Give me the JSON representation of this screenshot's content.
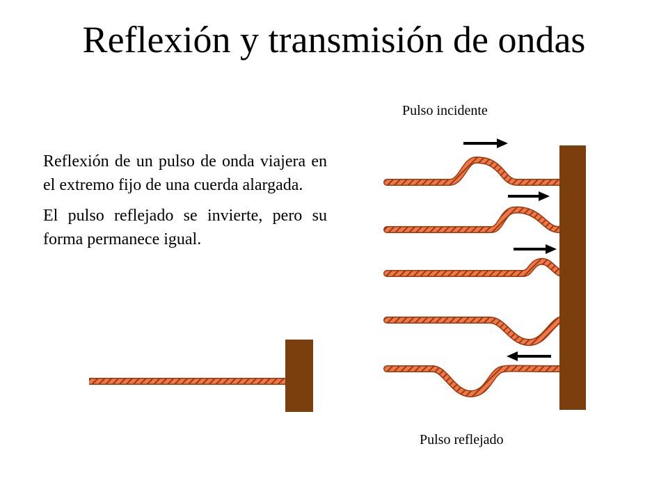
{
  "slide": {
    "title": "Reflexión y transmisión de ondas",
    "paragraphs": [
      "Reflexión de un pulso de onda viajera en el extremo fijo de una cuerda alargada.",
      "El pulso reflejado se invierte, pero su forma permanece igual."
    ]
  },
  "diagram": {
    "label_incident": "Pulso incidente",
    "label_reflected": "Pulso reflejado",
    "colors": {
      "rope": "#f07848",
      "rope_stripe": "#9a3a10",
      "wall": "#7a3f0c",
      "arrow": "#000000"
    },
    "stages": [
      {
        "phase": "incident",
        "arrow": "right"
      },
      {
        "phase": "incident",
        "arrow": "right"
      },
      {
        "phase": "incident",
        "arrow": "right"
      },
      {
        "phase": "reflected",
        "arrow": "none"
      },
      {
        "phase": "reflected",
        "arrow": "left"
      }
    ]
  }
}
